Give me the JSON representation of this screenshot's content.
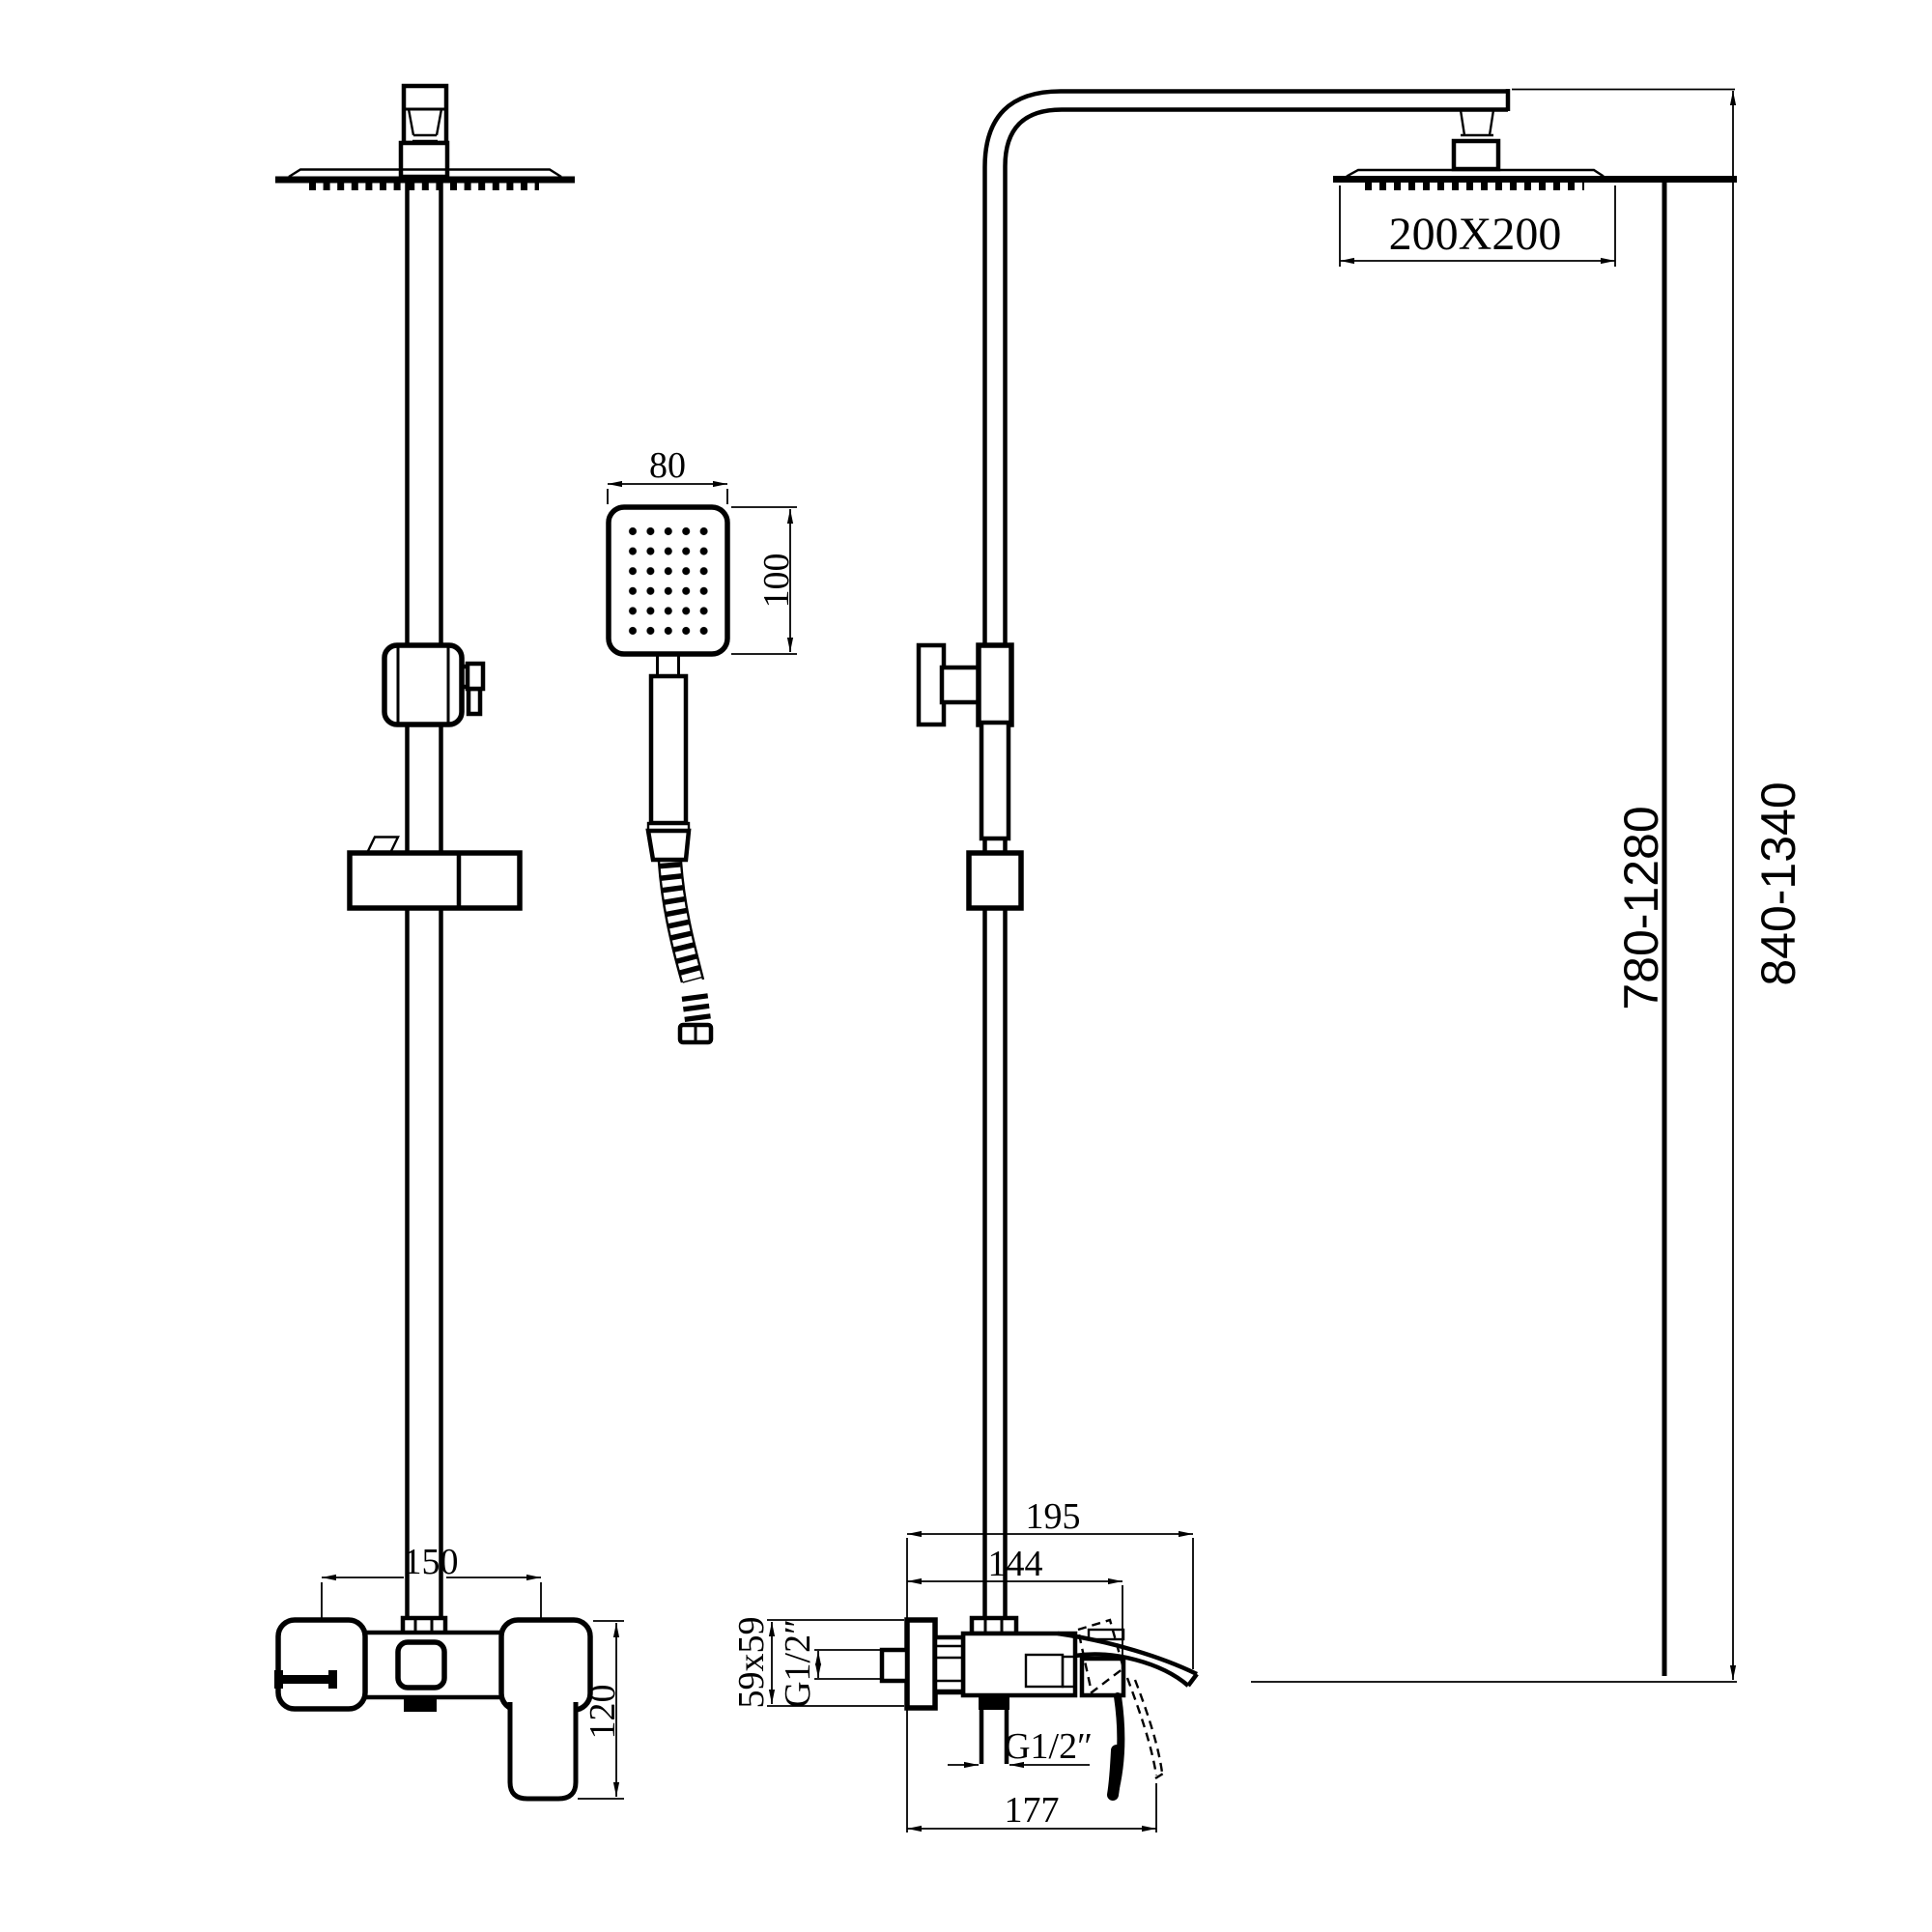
{
  "drawing": {
    "type": "technical-drawing",
    "subject": "thermostatic shower column with rain head, hand shower and waterfall bath mixer",
    "background_color": "#ffffff",
    "line_color": "#000000"
  },
  "front_view": {
    "dim_mount_spacing": "150",
    "dim_body_height": "120"
  },
  "hand_shower": {
    "dim_width": "80",
    "dim_height": "100"
  },
  "side_view": {
    "dim_head_size": "200X200",
    "dim_depth_total": "195",
    "dim_depth_handle": "144",
    "dim_flange": "59x59",
    "dim_inlet_thread": "G1/2″",
    "dim_outlet_thread": "G1/2″",
    "dim_reach_bottom": "177"
  },
  "heights": {
    "dim_rail_height": "780-1280",
    "dim_total_height": "840-1340"
  }
}
